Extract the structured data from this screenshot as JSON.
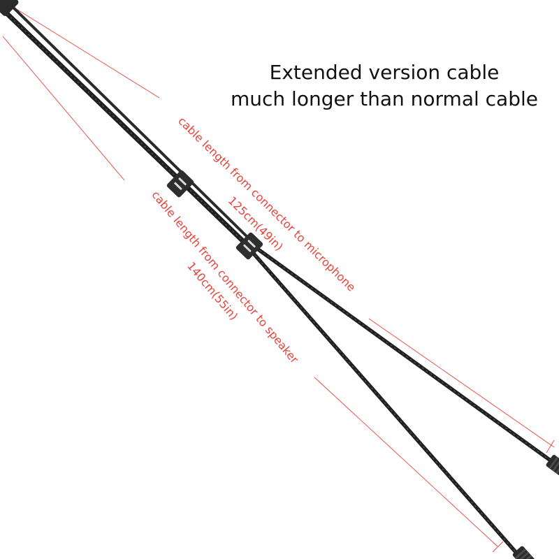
{
  "headline": {
    "line1": "Extended version cable",
    "line2": "much longer than normal cable"
  },
  "annotations": {
    "microphone": {
      "label": "cable length from connector to microphone",
      "measure": "125cm(49in)"
    },
    "speaker": {
      "label": "cable length from connector to speaker",
      "measure": "140cm(55in)"
    }
  },
  "colors": {
    "annotation": "#e8433b",
    "cable": "#2a2a2a",
    "background": "#ffffff"
  }
}
